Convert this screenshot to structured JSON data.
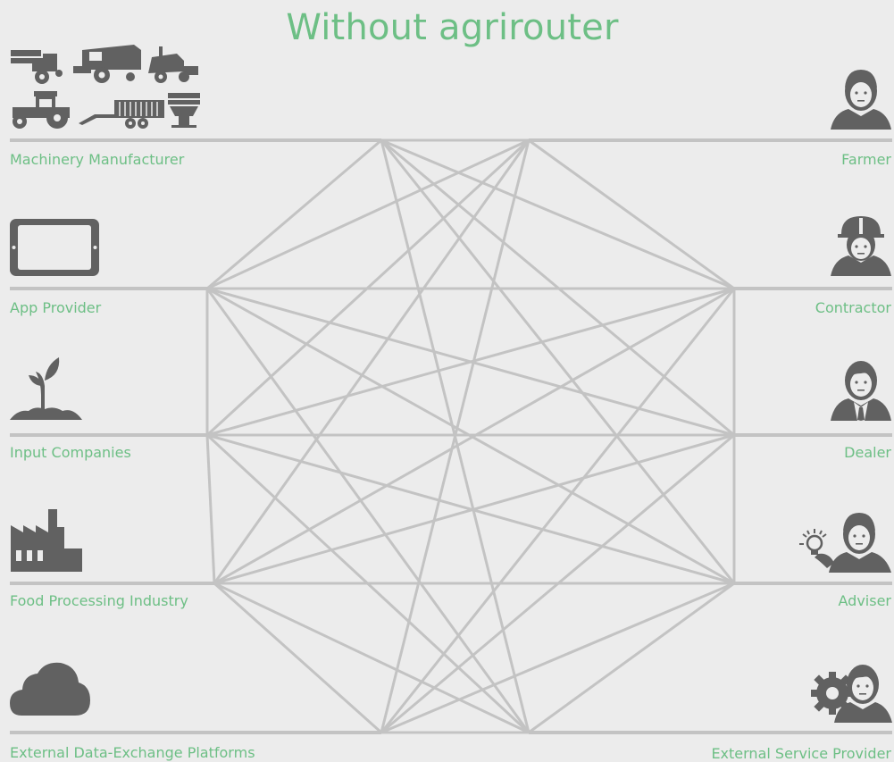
{
  "title": "Without agrirouter",
  "colors": {
    "accent": "#6dbf85",
    "line": "#c3c3c3",
    "icon": "#616161",
    "background": "#ececec"
  },
  "left_nodes": [
    {
      "label": "Machinery Manufacturer",
      "icon": "machinery-icons"
    },
    {
      "label": "App Provider",
      "icon": "tablet-icon"
    },
    {
      "label": "Input Companies",
      "icon": "plant-icon"
    },
    {
      "label": "Food Processing Industry",
      "icon": "factory-icon"
    },
    {
      "label": "External Data-Exchange Platforms",
      "icon": "cloud-icon"
    }
  ],
  "right_nodes": [
    {
      "label": "Farmer",
      "icon": "farmer-icon"
    },
    {
      "label": "Contractor",
      "icon": "contractor-icon"
    },
    {
      "label": "Dealer",
      "icon": "dealer-icon"
    },
    {
      "label": "Adviser",
      "icon": "adviser-icon"
    },
    {
      "label": "External Service Provider",
      "icon": "service-provider-icon"
    }
  ]
}
